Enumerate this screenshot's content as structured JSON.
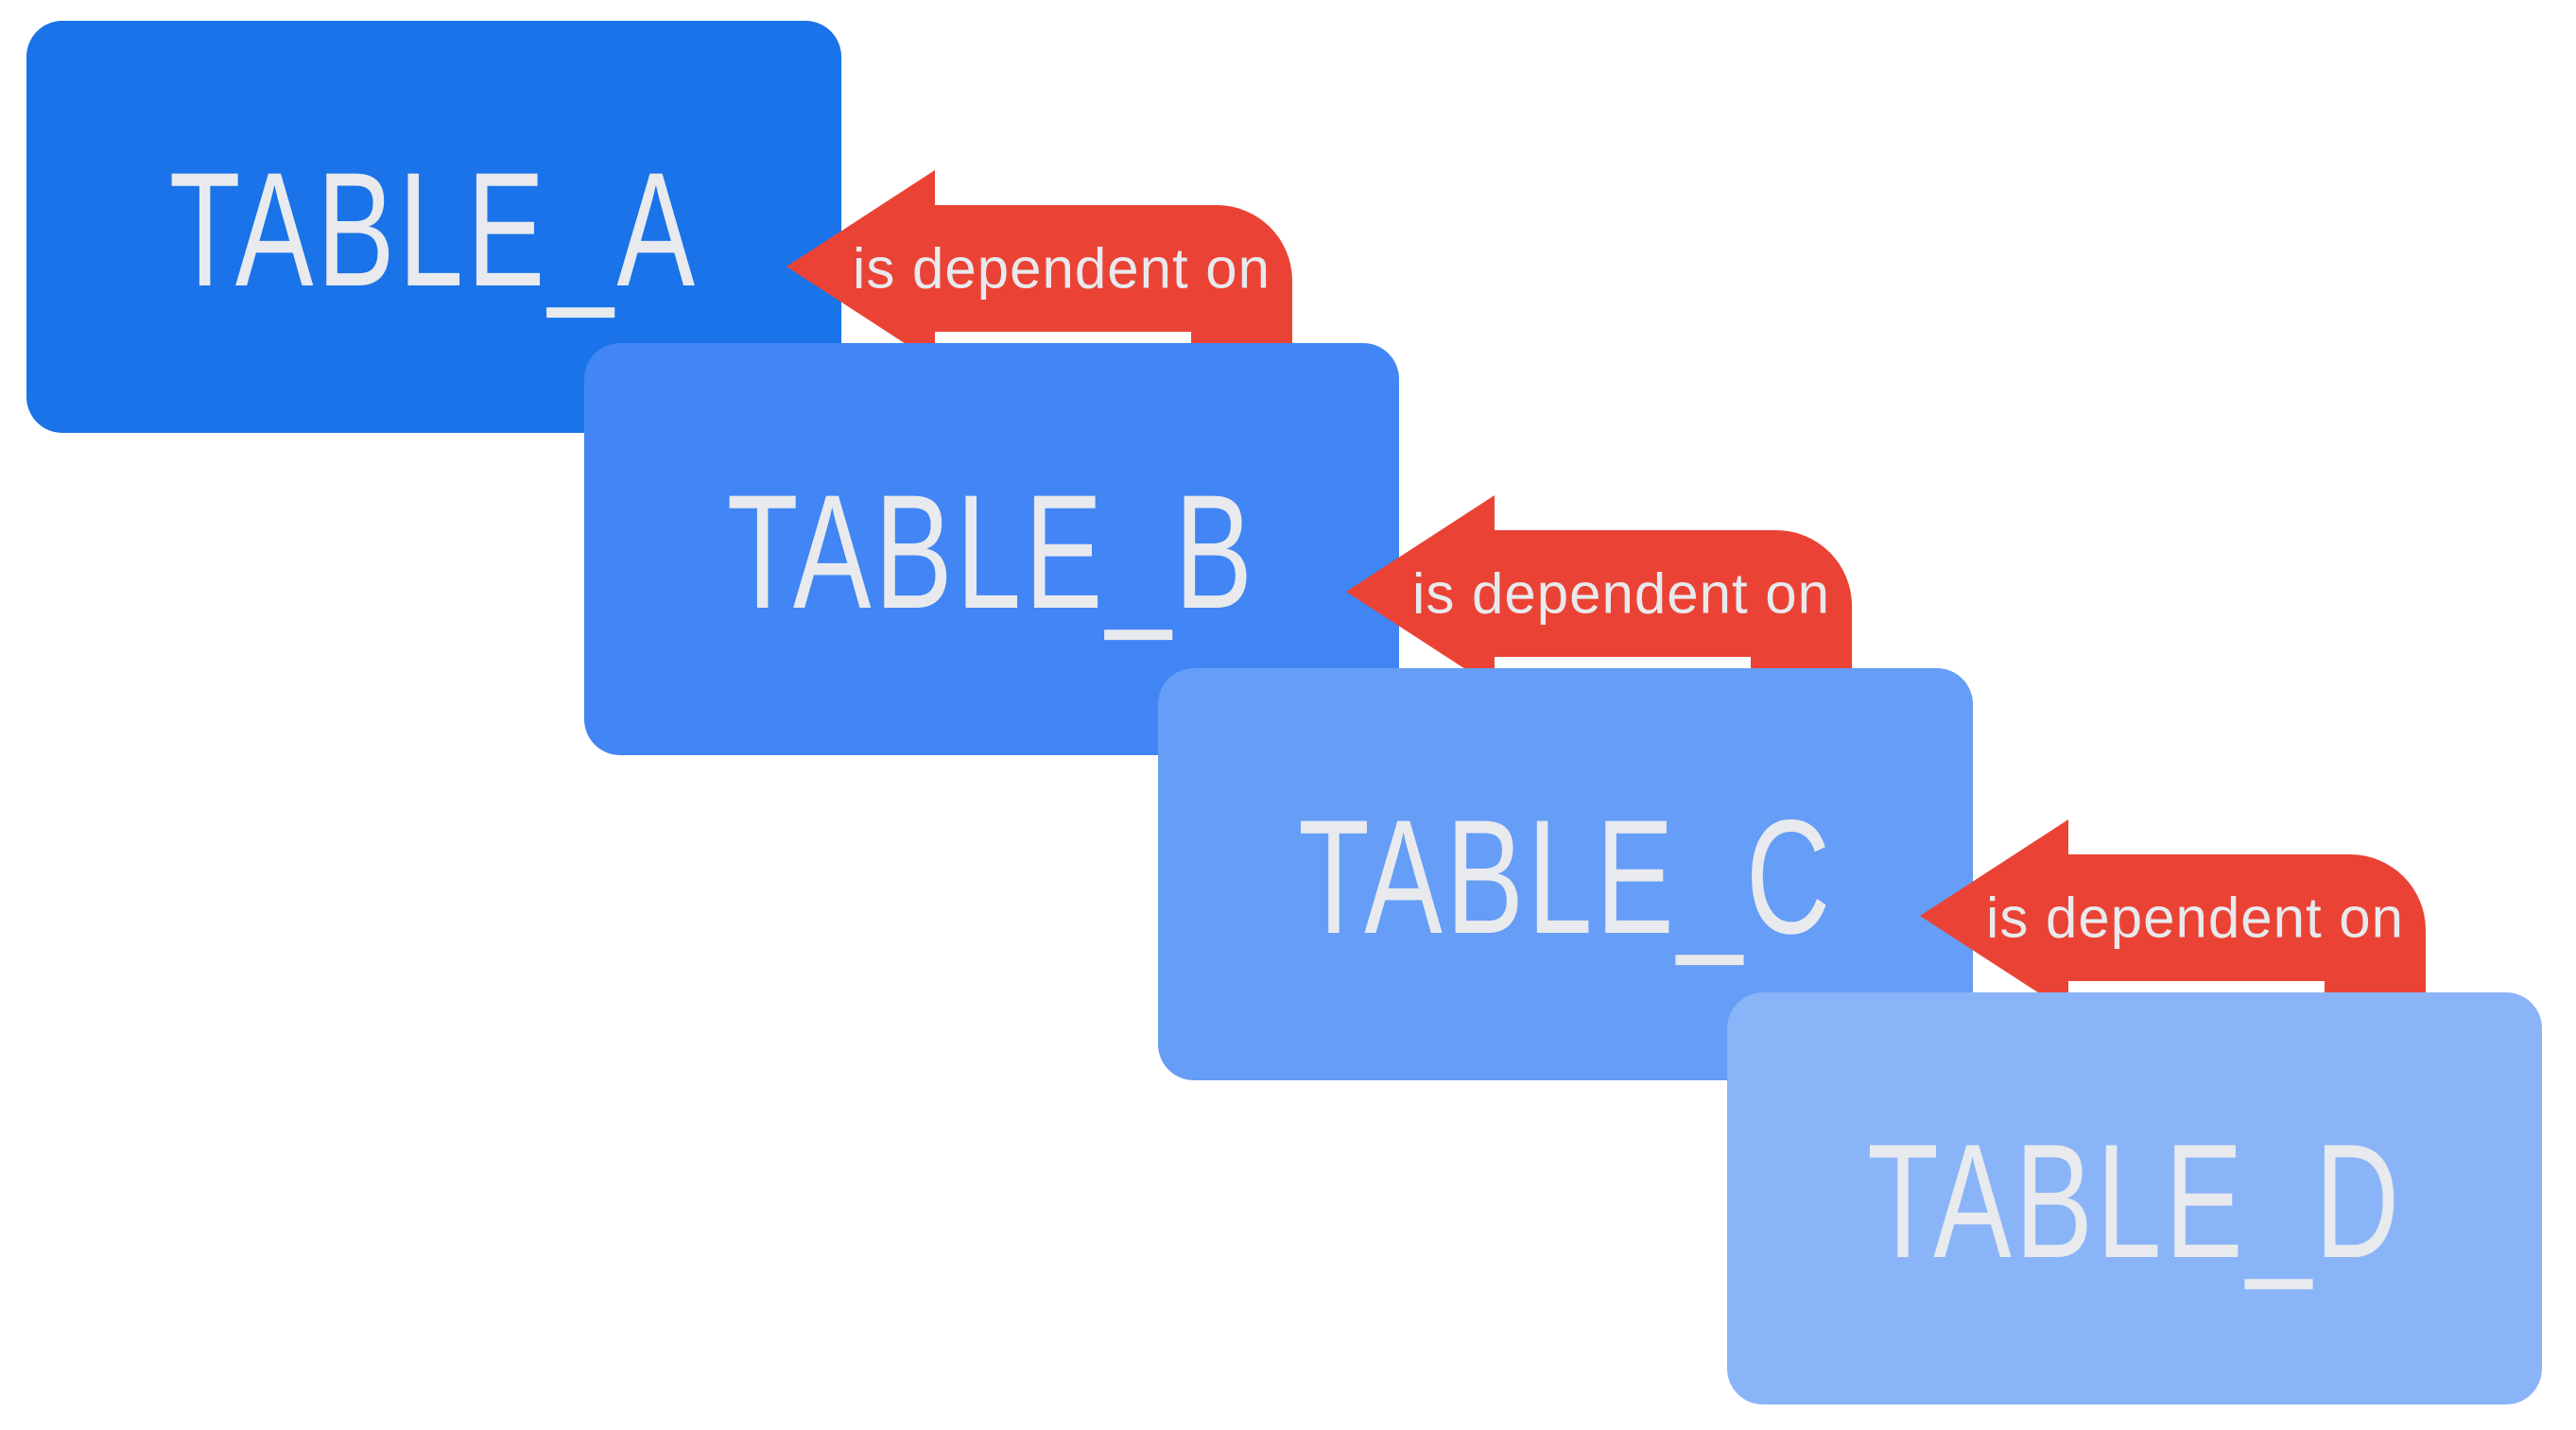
{
  "diagram": {
    "background": "#FFFFFF",
    "text_color": "#E8EAED",
    "boxes": [
      {
        "label": "TABLE_A",
        "color": "#1A73E8"
      },
      {
        "label": "TABLE_B",
        "color": "#4285F4"
      },
      {
        "label": "TABLE_C",
        "color": "#669DF6"
      },
      {
        "label": "TABLE_D",
        "color": "#8AB4F8"
      }
    ],
    "arrows": [
      {
        "label": "is dependent on",
        "color": "#EA4335"
      },
      {
        "label": "is dependent on",
        "color": "#EA4335"
      },
      {
        "label": "is dependent on",
        "color": "#EA4335"
      }
    ]
  }
}
